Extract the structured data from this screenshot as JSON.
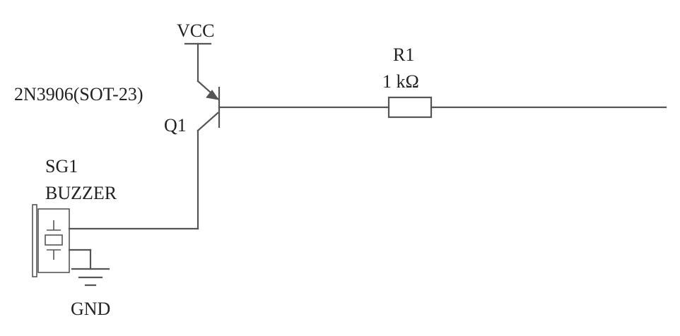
{
  "schematic": {
    "power": {
      "vcc_label": "VCC",
      "gnd_label": "GND"
    },
    "transistor": {
      "part": "2N3906(SOT-23)",
      "designator": "Q1"
    },
    "resistor": {
      "designator": "R1",
      "value": "1 kΩ"
    },
    "buzzer": {
      "designator": "SG1",
      "name": "BUZZER"
    }
  }
}
